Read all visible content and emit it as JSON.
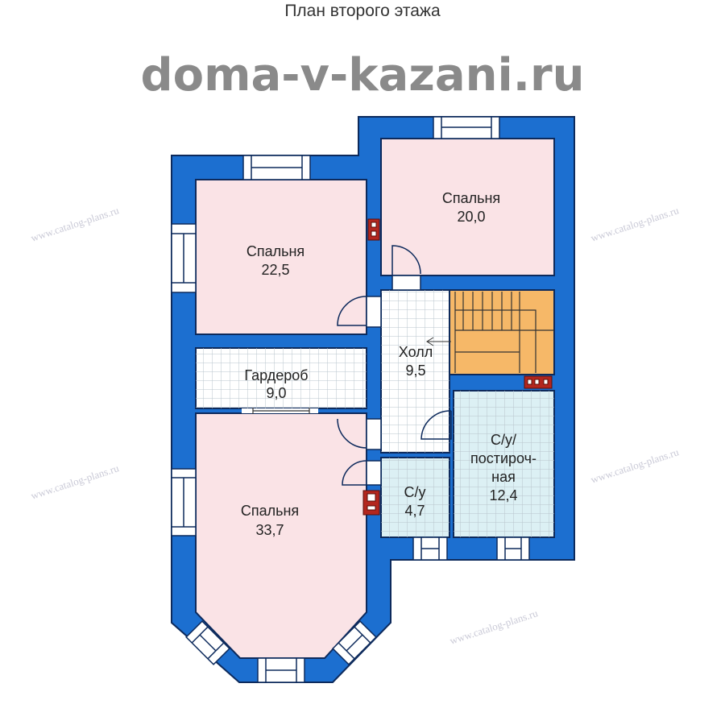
{
  "title": "План второго этажа",
  "watermark": "doma-v-kazani.ru",
  "small_watermark": "www.catalog-plans.ru",
  "colors": {
    "wall": "#1c6fd0",
    "wall_edge": "#0d2a5c",
    "bedroom": "#fae3e6",
    "wet": "#dcf0f4",
    "hall": "#ffffff",
    "stairs": "#f6b868",
    "chimney": "#b3261e"
  },
  "rooms": [
    {
      "name": "Спальня",
      "area": "22,5"
    },
    {
      "name": "Спальня",
      "area": "20,0"
    },
    {
      "name": "Холл",
      "area": "9,5"
    },
    {
      "name": "Гардероб",
      "area": "9,0"
    },
    {
      "name": "Спальня",
      "area": "33,7"
    },
    {
      "name": "С/у",
      "area": "4,7"
    },
    {
      "name_lines": [
        "С/у/",
        "постироч-",
        "ная"
      ],
      "area": "12,4"
    }
  ]
}
